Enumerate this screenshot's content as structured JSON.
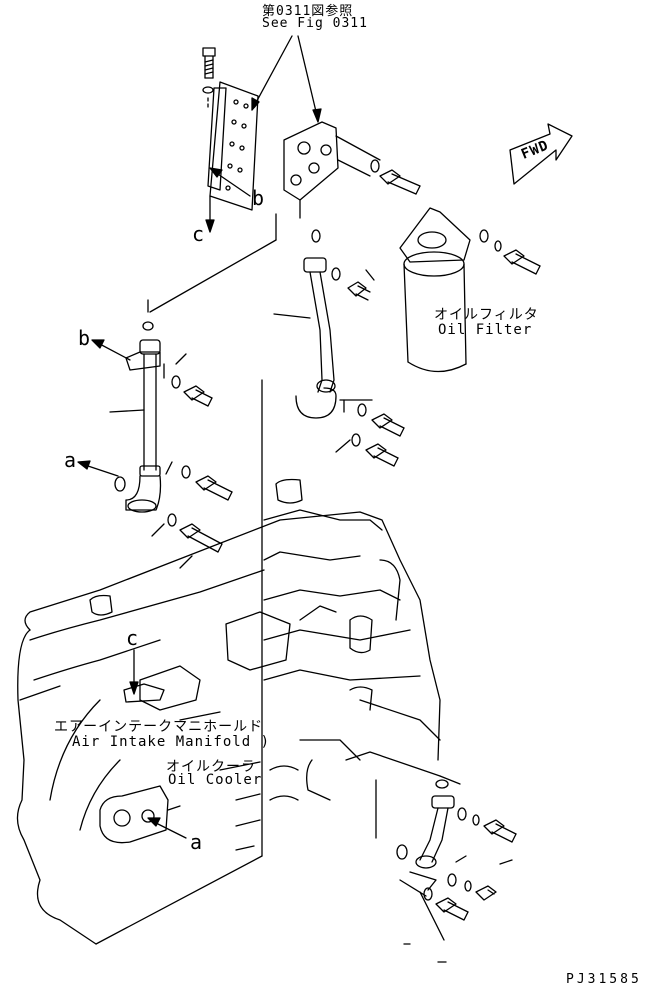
{
  "diagram": {
    "ref_jp": "第0311図参照",
    "ref_en": "See Fig 0311",
    "fwd": "FWD",
    "oil_filter_jp": "オイルフィルタ",
    "oil_filter_en": "Oil Filter",
    "air_intake_jp": "エアーインテークマニホールド",
    "air_intake_en": "Air Intake Manifold )",
    "oil_cooler_jp": "オイルクーラ",
    "oil_cooler_en": "Oil Cooler",
    "ref_a": "a",
    "ref_b": "b",
    "ref_c": "c",
    "part_code": "PJ31585"
  }
}
